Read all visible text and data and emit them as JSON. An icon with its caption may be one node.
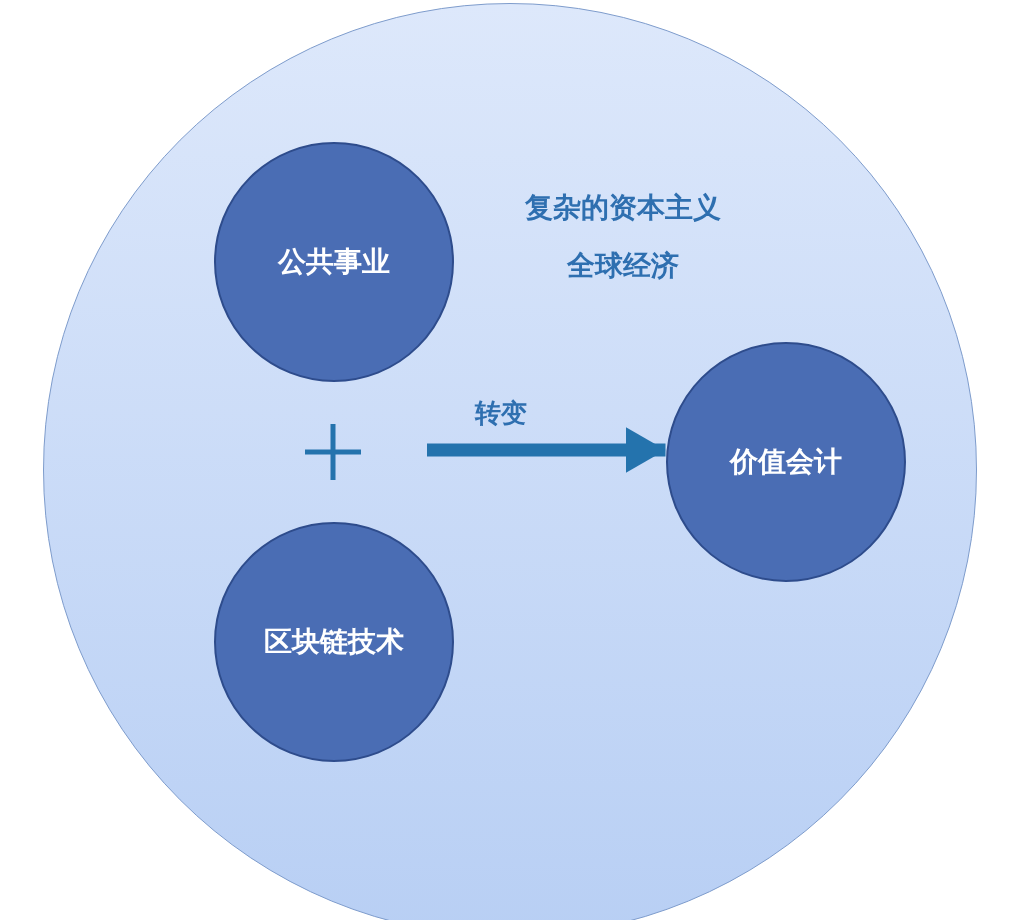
{
  "diagram": {
    "nodes": [
      {
        "text": [
          "复杂的资本主义全球经济"
        ]
      },
      {
        "text": [
          "公共事业"
        ],
        "in": 0
      },
      {
        "text": [
          "区块链技术"
        ],
        "in": 0
      },
      {
        "text": [
          "价值会计"
        ],
        "in": 0
      }
    ],
    "edges": [
      {
        "from": null,
        "to": 3,
        "arrow": "to",
        "label": "转变"
      }
    ]
  }
}
